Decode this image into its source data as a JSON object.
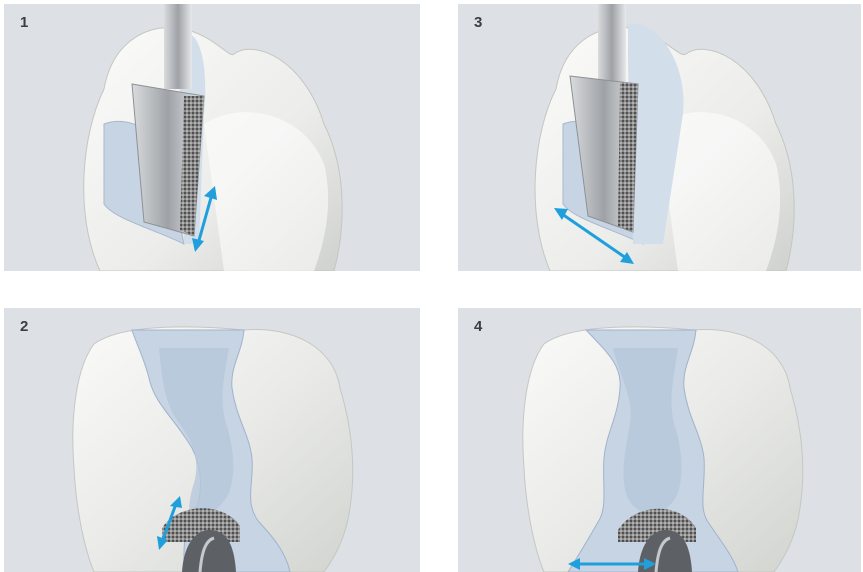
{
  "panels": [
    {
      "number": "1",
      "view": "side",
      "motion": "vertical-arrow"
    },
    {
      "number": "3",
      "view": "side",
      "motion": "diagonal-arrow"
    },
    {
      "number": "2",
      "view": "occlusal",
      "motion": "diagonal-arrow"
    },
    {
      "number": "4",
      "view": "occlusal",
      "motion": "horizontal-arrow"
    }
  ],
  "colors": {
    "background": "#dde1e5",
    "tooth": "#f1f1ef",
    "tooth_shade": "#d8d9d6",
    "cavity": "#c7d4e4",
    "cavity_dark": "#9fb3cb",
    "instrument": "#b9bcbf",
    "diamond": "#6f6f6f",
    "arrow": "#1f9fdc",
    "number_text": "#3a3f45"
  }
}
